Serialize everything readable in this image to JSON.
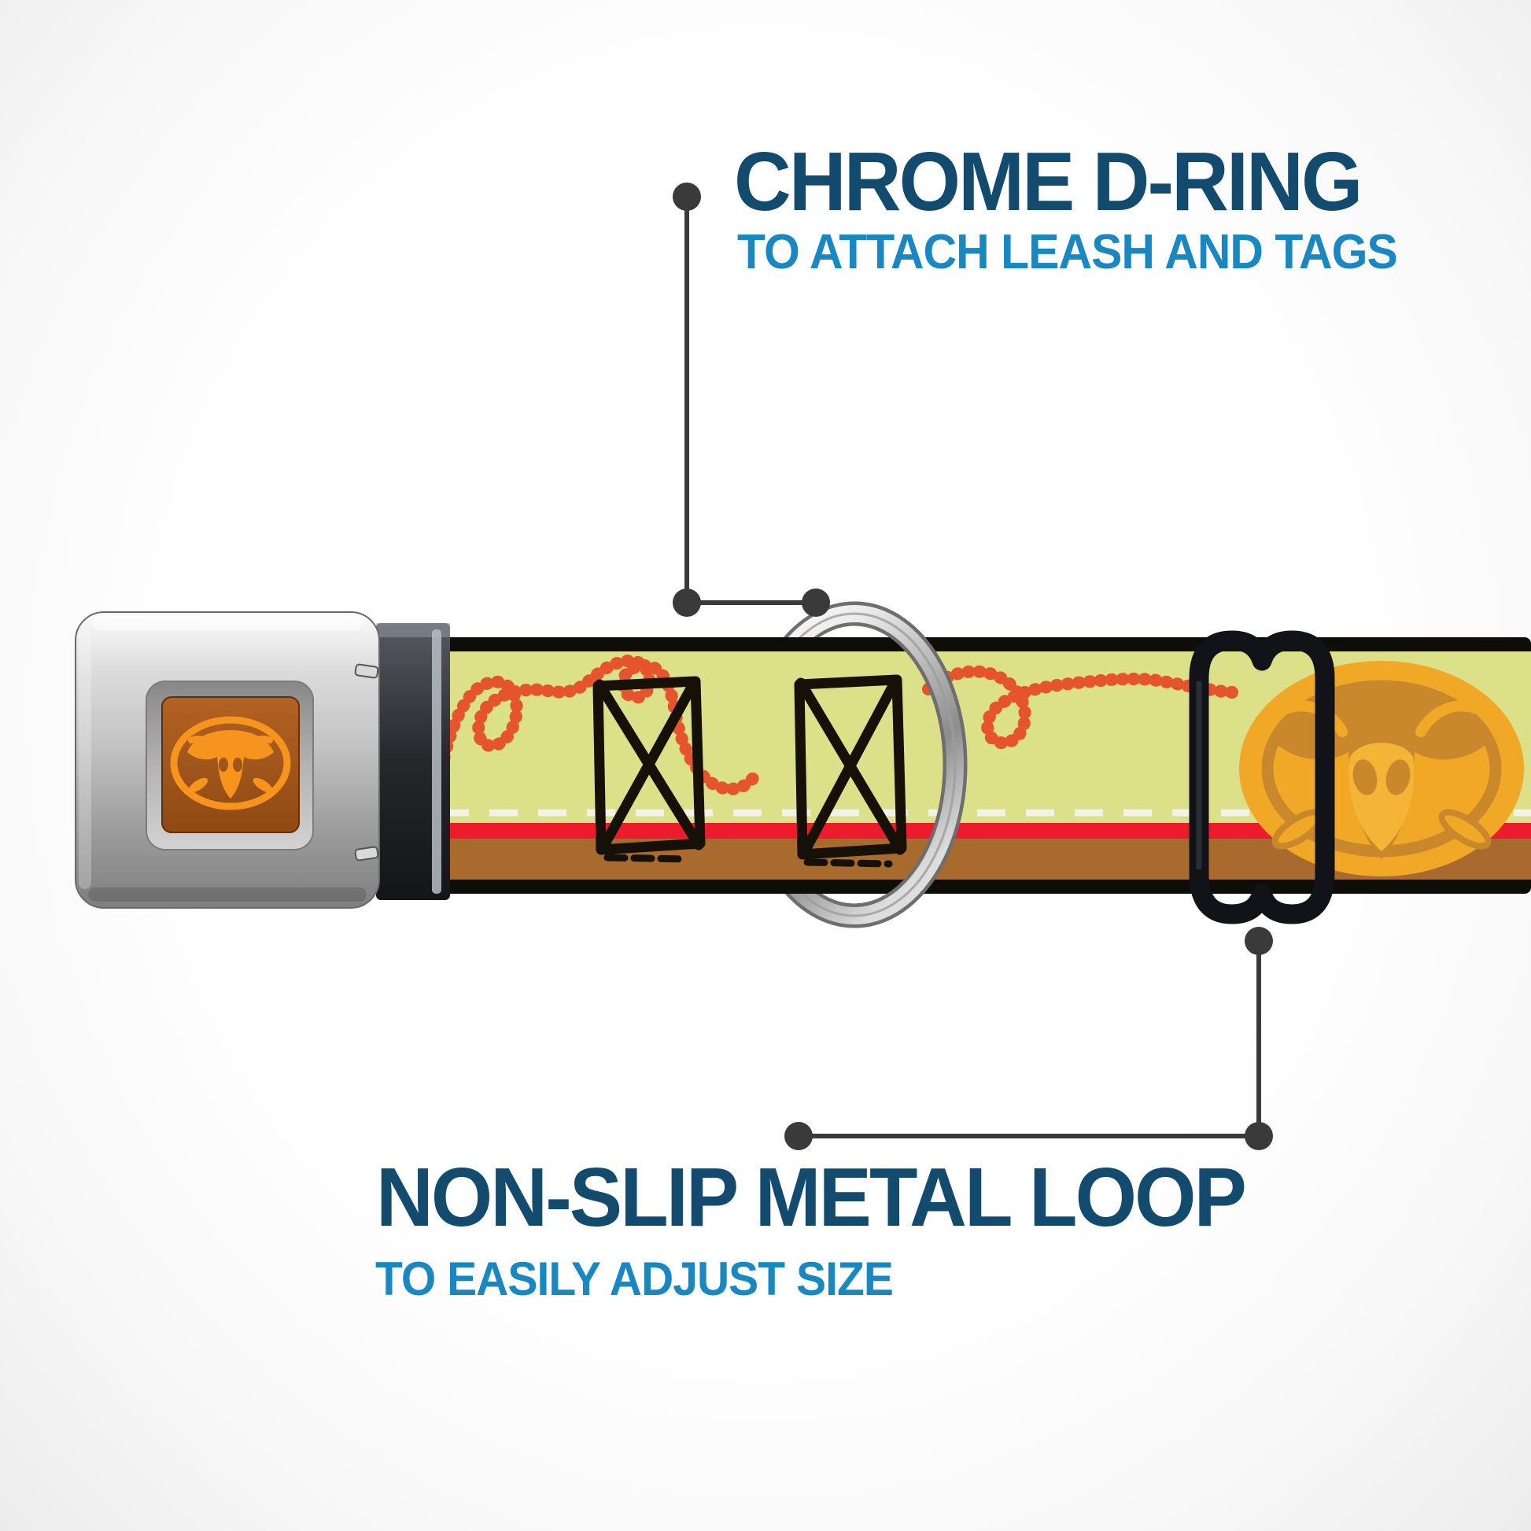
{
  "annotations": {
    "top": {
      "title": "CHROME D-RING",
      "subtitle": "TO ATTACH LEASH AND TAGS"
    },
    "bottom": {
      "title": "NON-SLIP METAL LOOP",
      "subtitle": "TO EASILY ADJUST SIZE"
    }
  },
  "product": {
    "parts": {
      "buckle": "seatbelt-buckle",
      "buckle_emblem": "bull-skull-logo",
      "strap": "woven-collar-strap",
      "d_ring": "chrome-d-ring",
      "slider": "non-slip-metal-loop",
      "strap_emblem": "bull-skull-medallion",
      "strap_motifs": [
        "rope-chain-pattern",
        "sketched-crate-x",
        "stitch-dashes"
      ]
    }
  },
  "colors": {
    "title_navy": "#134B6F",
    "subtitle_blue": "#1987C2",
    "callout_gray": "#3A3A3A",
    "strap_yellow": "#DCE089",
    "chain_orange": "#E5532F",
    "stripe_red": "#EC1B2D",
    "band_brown": "#A96A2D",
    "edge_black": "#0F0D07",
    "stitch_white": "#F1F1E6",
    "emblem_gold": "#F1A827",
    "emblem_dark": "#C9882C",
    "logo_orange": "#F7941D",
    "logo_brown": "#A0551B"
  }
}
